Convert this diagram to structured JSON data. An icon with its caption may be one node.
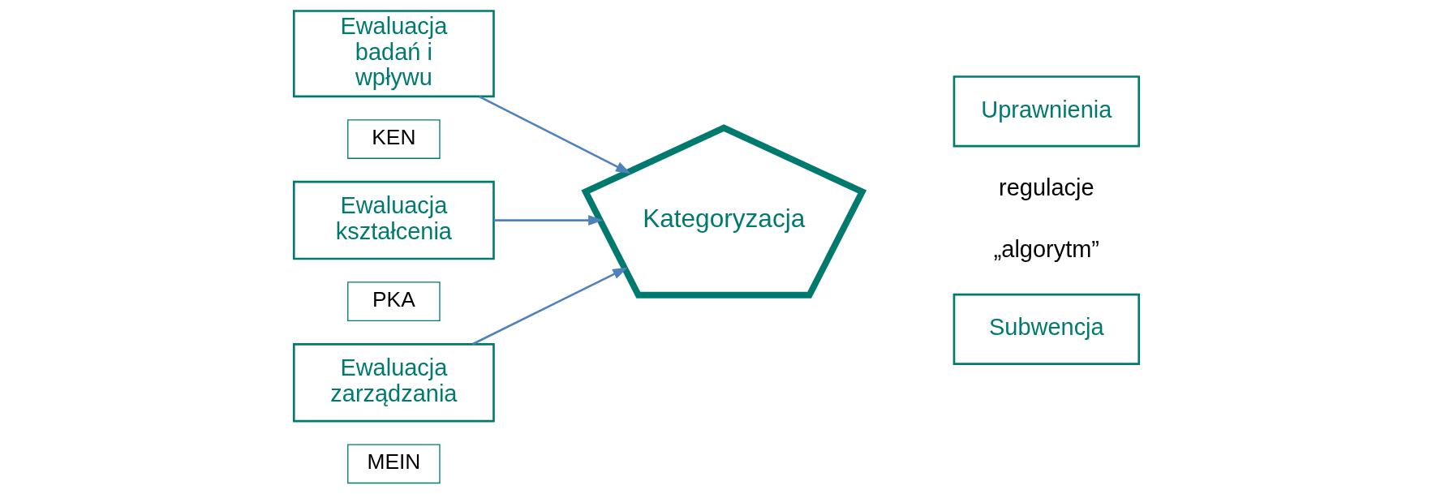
{
  "diagram": {
    "nodes": [
      {
        "text": [
          "Ewaluacja badań i wpływu"
        ]
      },
      {
        "text": [
          "KEN"
        ]
      },
      {
        "text": [
          "Ewaluacja kształcenia"
        ]
      },
      {
        "text": [
          "PKA"
        ]
      },
      {
        "text": [
          "Ewaluacja zarządzania"
        ]
      },
      {
        "text": [
          "MEIN"
        ]
      },
      {
        "text": [
          "Kategoryzacja"
        ]
      },
      {
        "text": [
          "Uprawnienia"
        ]
      },
      {
        "text": [
          "Subwencja"
        ]
      }
    ],
    "edges": [
      {
        "from": 0,
        "to": 6,
        "arrow": "to"
      },
      {
        "from": 2,
        "to": 6,
        "arrow": "to"
      },
      {
        "from": 4,
        "to": 6,
        "arrow": "to"
      }
    ],
    "labels": [
      "regulacje",
      "„algorytm”"
    ]
  }
}
